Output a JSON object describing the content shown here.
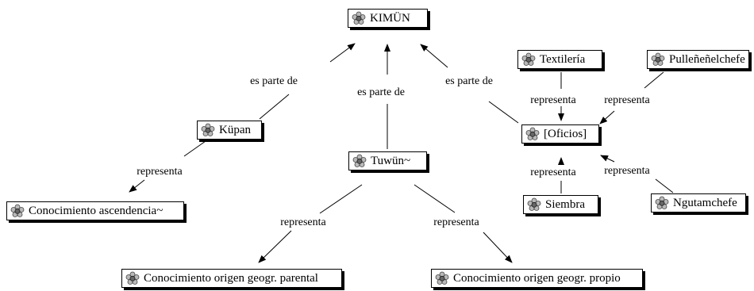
{
  "nodes": {
    "kimun": "KIMÜN",
    "kupan": "Küpan",
    "tuwun": "Tuwün~",
    "oficios": "[Oficios]",
    "textileria": "Textilería",
    "pullenenelchefe": "Pulleñeñelchefe",
    "siembra": "Siembra",
    "ngutamchefe": "Ngutamchefe",
    "conocimiento_ascendencia": "Conocimiento ascendencia~",
    "conocimiento_parental": "Conocimiento origen geogr. parental",
    "conocimiento_propio": "Conocimiento origen geogr. propio"
  },
  "links": {
    "kupan_kimun": "es parte de",
    "tuwun_kimun": "es parte de",
    "oficios_kimun": "es parte de",
    "kupan_ascendencia": "representa",
    "tuwun_parental": "representa",
    "tuwun_propio": "representa",
    "textileria_oficios": "representa",
    "pullenenelchefe_oficios": "representa",
    "siembra_oficios": "representa",
    "ngutamchefe_oficios": "representa"
  },
  "icon": "concept-flower-icon"
}
